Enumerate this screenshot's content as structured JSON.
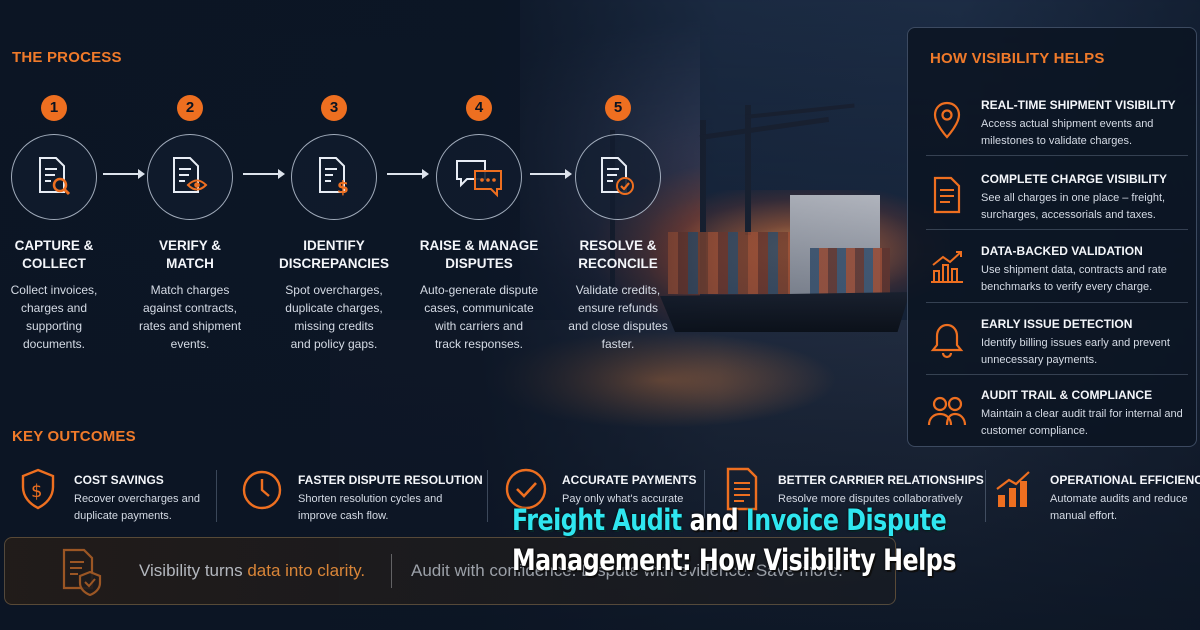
{
  "process": {
    "title": "THE PROCESS",
    "steps": [
      {
        "number": "1",
        "icon": "document-search-icon",
        "title": "CAPTURE &\nCOLLECT",
        "description": "Collect invoices,\ncharges and\nsupporting\ndocuments."
      },
      {
        "number": "2",
        "icon": "document-eye-icon",
        "title": "VERIFY &\nMATCH",
        "description": "Match charges\nagainst contracts,\nrates and shipment\nevents."
      },
      {
        "number": "3",
        "icon": "document-dollar-icon",
        "title": "IDENTIFY\nDISCREPANCIES",
        "description": "Spot overcharges,\nduplicate charges,\nmissing credits\nand policy gaps."
      },
      {
        "number": "4",
        "icon": "chat-bubbles-icon",
        "title": "RAISE & MANAGE\nDISPUTES",
        "description": "Auto-generate dispute\ncases, communicate\nwith carriers and\ntrack responses."
      },
      {
        "number": "5",
        "icon": "document-check-icon",
        "title": "RESOLVE &\nRECONCILE",
        "description": "Validate credits,\nensure refunds\nand close disputes\nfaster."
      }
    ]
  },
  "visibility": {
    "title": "HOW VISIBILITY HELPS",
    "items": [
      {
        "icon": "location-pin-icon",
        "title": "REAL-TIME SHIPMENT VISIBILITY",
        "description": "Access actual shipment events and milestones to validate charges."
      },
      {
        "icon": "document-list-icon",
        "title": "COMPLETE CHARGE VISIBILITY",
        "description": "See all charges in one place – freight, surcharges, accessorials and taxes."
      },
      {
        "icon": "bar-chart-trend-icon",
        "title": "DATA-BACKED VALIDATION",
        "description": "Use shipment data, contracts and rate benchmarks to verify every charge."
      },
      {
        "icon": "bell-icon",
        "title": "EARLY ISSUE DETECTION",
        "description": "Identify billing issues early and prevent unnecessary payments."
      },
      {
        "icon": "users-icon",
        "title": "AUDIT TRAIL & COMPLIANCE",
        "description": "Maintain a clear audit trail for internal and customer compliance."
      }
    ]
  },
  "outcomes": {
    "title": "KEY OUTCOMES",
    "items": [
      {
        "icon": "shield-dollar-icon",
        "title": "COST SAVINGS",
        "description": "Recover overcharges and duplicate payments."
      },
      {
        "icon": "clock-icon",
        "title": "FASTER DISPUTE RESOLUTION",
        "description": "Shorten resolution cycles and improve cash flow."
      },
      {
        "icon": "check-circle-icon",
        "title": "ACCURATE PAYMENTS",
        "description": "Pay only what's accurate"
      },
      {
        "icon": "document-lines-icon",
        "title": "BETTER CARRIER RELATIONSHIPS",
        "description": "Resolve more disputes collaboratively"
      },
      {
        "icon": "bar-chart-icon",
        "title": "OPERATIONAL EFFICIENCY",
        "description": "Automate audits and reduce manual effort."
      }
    ]
  },
  "banner": {
    "icon": "document-shield-icon",
    "text_prefix": "Visibility turns ",
    "text_highlight": "data into clarity.",
    "text_right": "Audit with confidence. Dispute with evidence. Save more."
  },
  "headline": {
    "line1_part1": "Freight Audit",
    "line1_part2": " and ",
    "line1_part3": "Invoice Dispute",
    "line2": "Management: How Visibility Helps"
  },
  "colors": {
    "accent": "#ee6f20",
    "headline_cyan": "#2fe6f0",
    "background": "#0c1524"
  }
}
